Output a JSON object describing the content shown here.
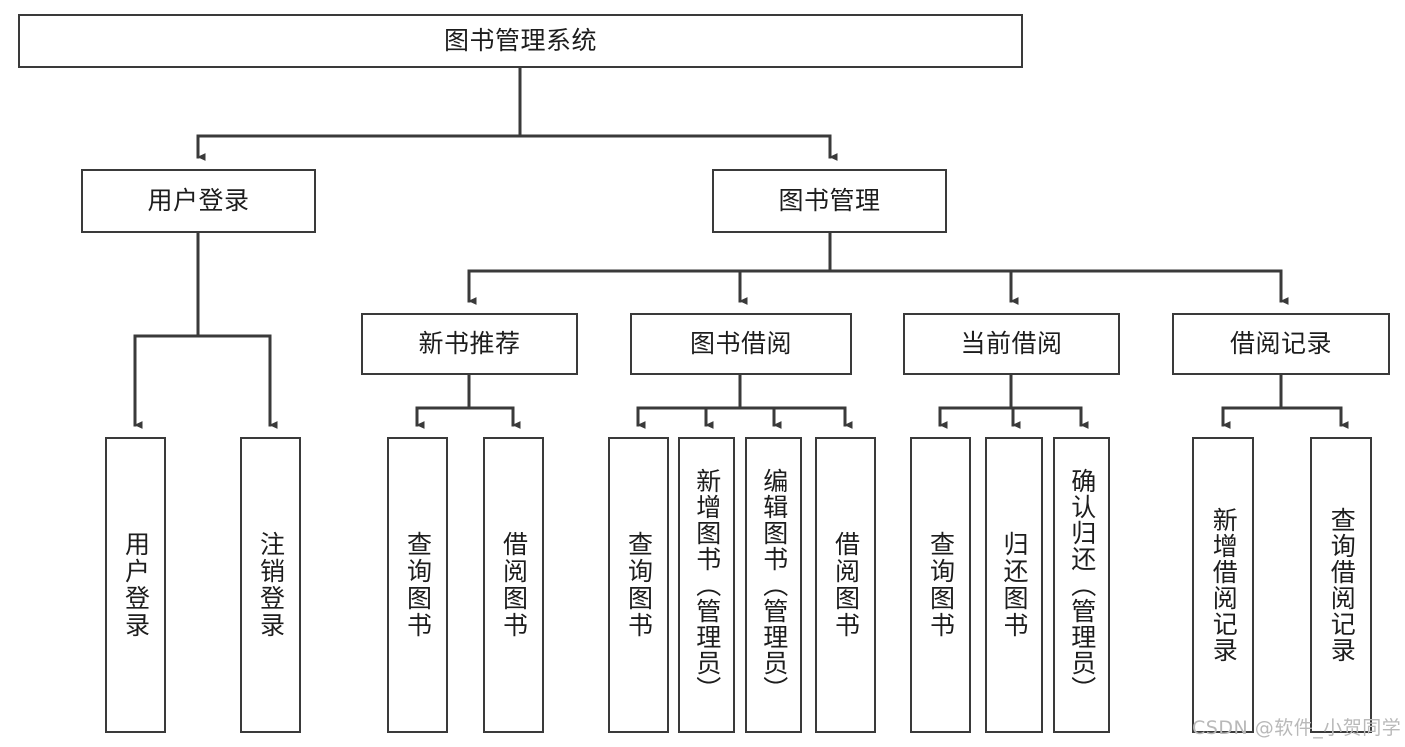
{
  "diagram": {
    "title": "图书管理系统",
    "type": "功能结构图",
    "style": {
      "box_border_color": "#3a3a3a",
      "box_fill_color": "#ffffff",
      "line_color": "#3a3a3a",
      "text_color": "#1d1d1d",
      "background": "#ffffff"
    },
    "root": {
      "label": "图书管理系统",
      "orientation": "horizontal"
    },
    "level2": [
      {
        "label": "用户登录",
        "orientation": "horizontal"
      },
      {
        "label": "图书管理",
        "orientation": "horizontal"
      }
    ],
    "level3": [
      {
        "label": "新书推荐",
        "orientation": "horizontal",
        "parent": "图书管理"
      },
      {
        "label": "图书借阅",
        "orientation": "horizontal",
        "parent": "图书管理"
      },
      {
        "label": "当前借阅",
        "orientation": "horizontal",
        "parent": "图书管理"
      },
      {
        "label": "借阅记录",
        "orientation": "horizontal",
        "parent": "图书管理"
      }
    ],
    "leaves": [
      {
        "label": "用户登录",
        "parent": "用户登录",
        "orientation": "vertical"
      },
      {
        "label": "注销登录",
        "parent": "用户登录",
        "orientation": "vertical"
      },
      {
        "label": "查询图书",
        "parent": "新书推荐",
        "orientation": "vertical"
      },
      {
        "label": "借阅图书",
        "parent": "新书推荐",
        "orientation": "vertical"
      },
      {
        "label": "查询图书",
        "parent": "图书借阅",
        "orientation": "vertical"
      },
      {
        "label": "新增图书（管理员）",
        "parent": "图书借阅",
        "orientation": "vertical"
      },
      {
        "label": "编辑图书（管理员）",
        "parent": "图书借阅",
        "orientation": "vertical"
      },
      {
        "label": "借阅图书",
        "parent": "图书借阅",
        "orientation": "vertical"
      },
      {
        "label": "查询图书",
        "parent": "当前借阅",
        "orientation": "vertical"
      },
      {
        "label": "归还图书",
        "parent": "当前借阅",
        "orientation": "vertical"
      },
      {
        "label": "确认归还（管理员）",
        "parent": "当前借阅",
        "orientation": "vertical"
      },
      {
        "label": "新增借阅记录",
        "parent": "借阅记录",
        "orientation": "vertical"
      },
      {
        "label": "查询借阅记录",
        "parent": "借阅记录",
        "orientation": "vertical"
      }
    ]
  },
  "watermark": {
    "text": "CSDN @软件_小贺同学"
  }
}
